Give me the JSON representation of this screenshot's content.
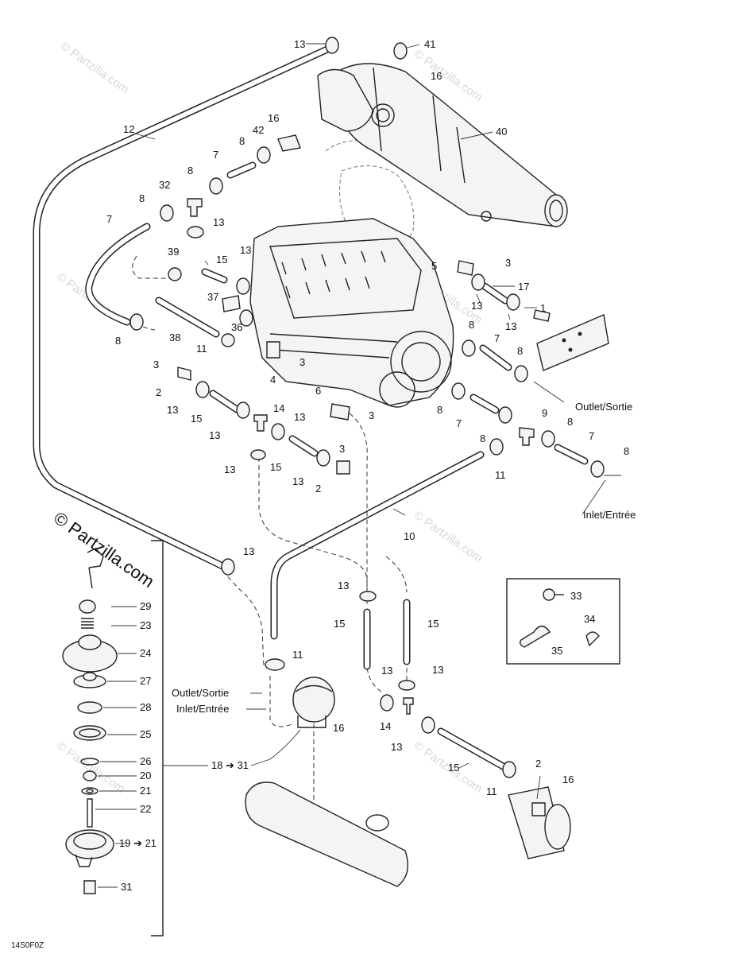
{
  "diagram": {
    "watermark_text": "© Partzilla.com",
    "copyright_text": "© Partzilla.com",
    "diagram_code": "14S0F0Z",
    "outlet_text": "Outlet/Sortie",
    "inlet_text": "Inlet/Entrée",
    "side_outlet_text": "Outlet/Sortie",
    "side_inlet_text": "Inlet/Entrée",
    "labels": {
      "l13a": "13",
      "l41": "41",
      "l16a": "16",
      "l16b": "16",
      "l42": "42",
      "l40": "40",
      "l12": "12",
      "l8a": "8",
      "l7a": "7",
      "l8b": "8",
      "l32": "32",
      "l8c": "8",
      "l7b": "7",
      "l13b": "13",
      "l13c": "13",
      "l39": "39",
      "l15a": "15",
      "l5": "5",
      "l3a": "3",
      "l17": "17",
      "l1": "1",
      "l13d": "13",
      "l13e": "13",
      "l37": "37",
      "l36": "36",
      "l8d": "8",
      "l38": "38",
      "l11a": "11",
      "l3b": "3",
      "l4": "4",
      "l3c": "3",
      "l8e": "8",
      "l7c": "7",
      "l8f": "8",
      "l2a": "2",
      "l13f": "13",
      "l15b": "15",
      "l14a": "14",
      "l13g": "13",
      "l13h": "13",
      "l6": "6",
      "l3d": "3",
      "l8g": "8",
      "l7d": "7",
      "l9": "9",
      "l8h": "8",
      "l8i": "8",
      "l7e": "7",
      "l8j": "8",
      "l11b": "11",
      "l13i": "13",
      "l15c": "15",
      "l3e": "3",
      "l13j": "13",
      "l2b": "2",
      "l10": "10",
      "l13k": "13",
      "l13l": "13",
      "l15d": "15",
      "l15e": "15",
      "l11c": "11",
      "l13m": "13",
      "l13n": "13",
      "l14b": "14",
      "l13o": "13",
      "l16c": "16",
      "l15f": "15",
      "l2c": "2",
      "l16d": "16",
      "l11d": "11",
      "l33": "33",
      "l34": "34",
      "l35": "35",
      "l29": "29",
      "l23": "23",
      "l24": "24",
      "l27": "27",
      "l28": "28",
      "l25": "25",
      "l26": "26",
      "l20": "20",
      "l21a": "21",
      "l22": "22",
      "l19": "19 ➔ 21",
      "l31": "31",
      "l18": "18 ➔ 31"
    }
  }
}
